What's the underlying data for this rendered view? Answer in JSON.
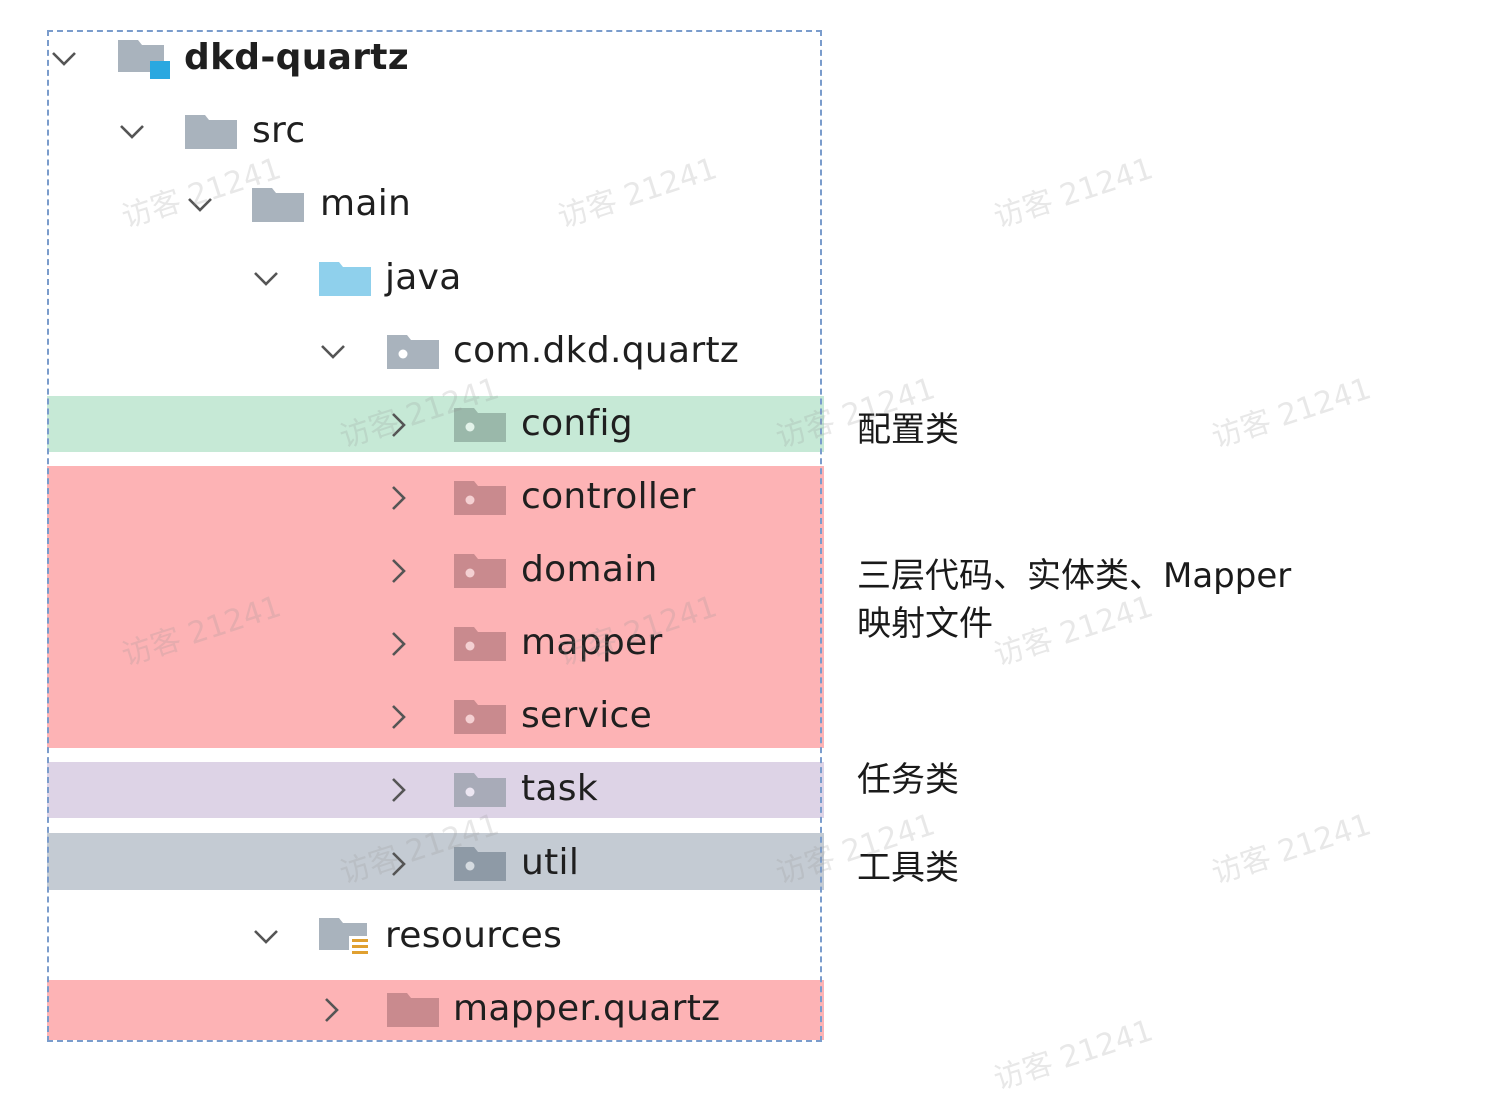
{
  "tree": {
    "rows": [
      {
        "label": "dkd-quartz",
        "expanded": true,
        "icon": "project-module-icon",
        "bold": true
      },
      {
        "label": "src",
        "expanded": true,
        "icon": "folder-icon"
      },
      {
        "label": "main",
        "expanded": true,
        "icon": "folder-icon"
      },
      {
        "label": "java",
        "expanded": true,
        "icon": "source-root-folder-icon"
      },
      {
        "label": "com.dkd.quartz",
        "expanded": true,
        "icon": "package-icon"
      },
      {
        "label": "config",
        "expanded": false,
        "icon": "package-icon"
      },
      {
        "label": "controller",
        "expanded": false,
        "icon": "package-icon"
      },
      {
        "label": "domain",
        "expanded": false,
        "icon": "package-icon"
      },
      {
        "label": "mapper",
        "expanded": false,
        "icon": "package-icon"
      },
      {
        "label": "service",
        "expanded": false,
        "icon": "package-icon"
      },
      {
        "label": "task",
        "expanded": false,
        "icon": "package-icon"
      },
      {
        "label": "util",
        "expanded": false,
        "icon": "package-icon"
      },
      {
        "label": "resources",
        "expanded": true,
        "icon": "resources-root-folder-icon"
      },
      {
        "label": "mapper.quartz",
        "expanded": false,
        "icon": "folder-icon"
      }
    ]
  },
  "annotations": {
    "config": "配置类",
    "layers_line1": "三层代码、实体类、Mapper",
    "layers_line2": "映射文件",
    "task": "任务类",
    "util": "工具类"
  },
  "watermark_text": "访客 21241",
  "colors": {
    "highlight_green": "#c6e9d6",
    "highlight_red": "#fdb3b5",
    "highlight_purple": "#ddd3e6",
    "highlight_gray": "#c4cbd3",
    "folder_gray": "#a9b3bd",
    "source_folder_blue": "#8fd0ec",
    "module_blue": "#2aa8e0",
    "border_dashed": "#7a9ccc"
  }
}
